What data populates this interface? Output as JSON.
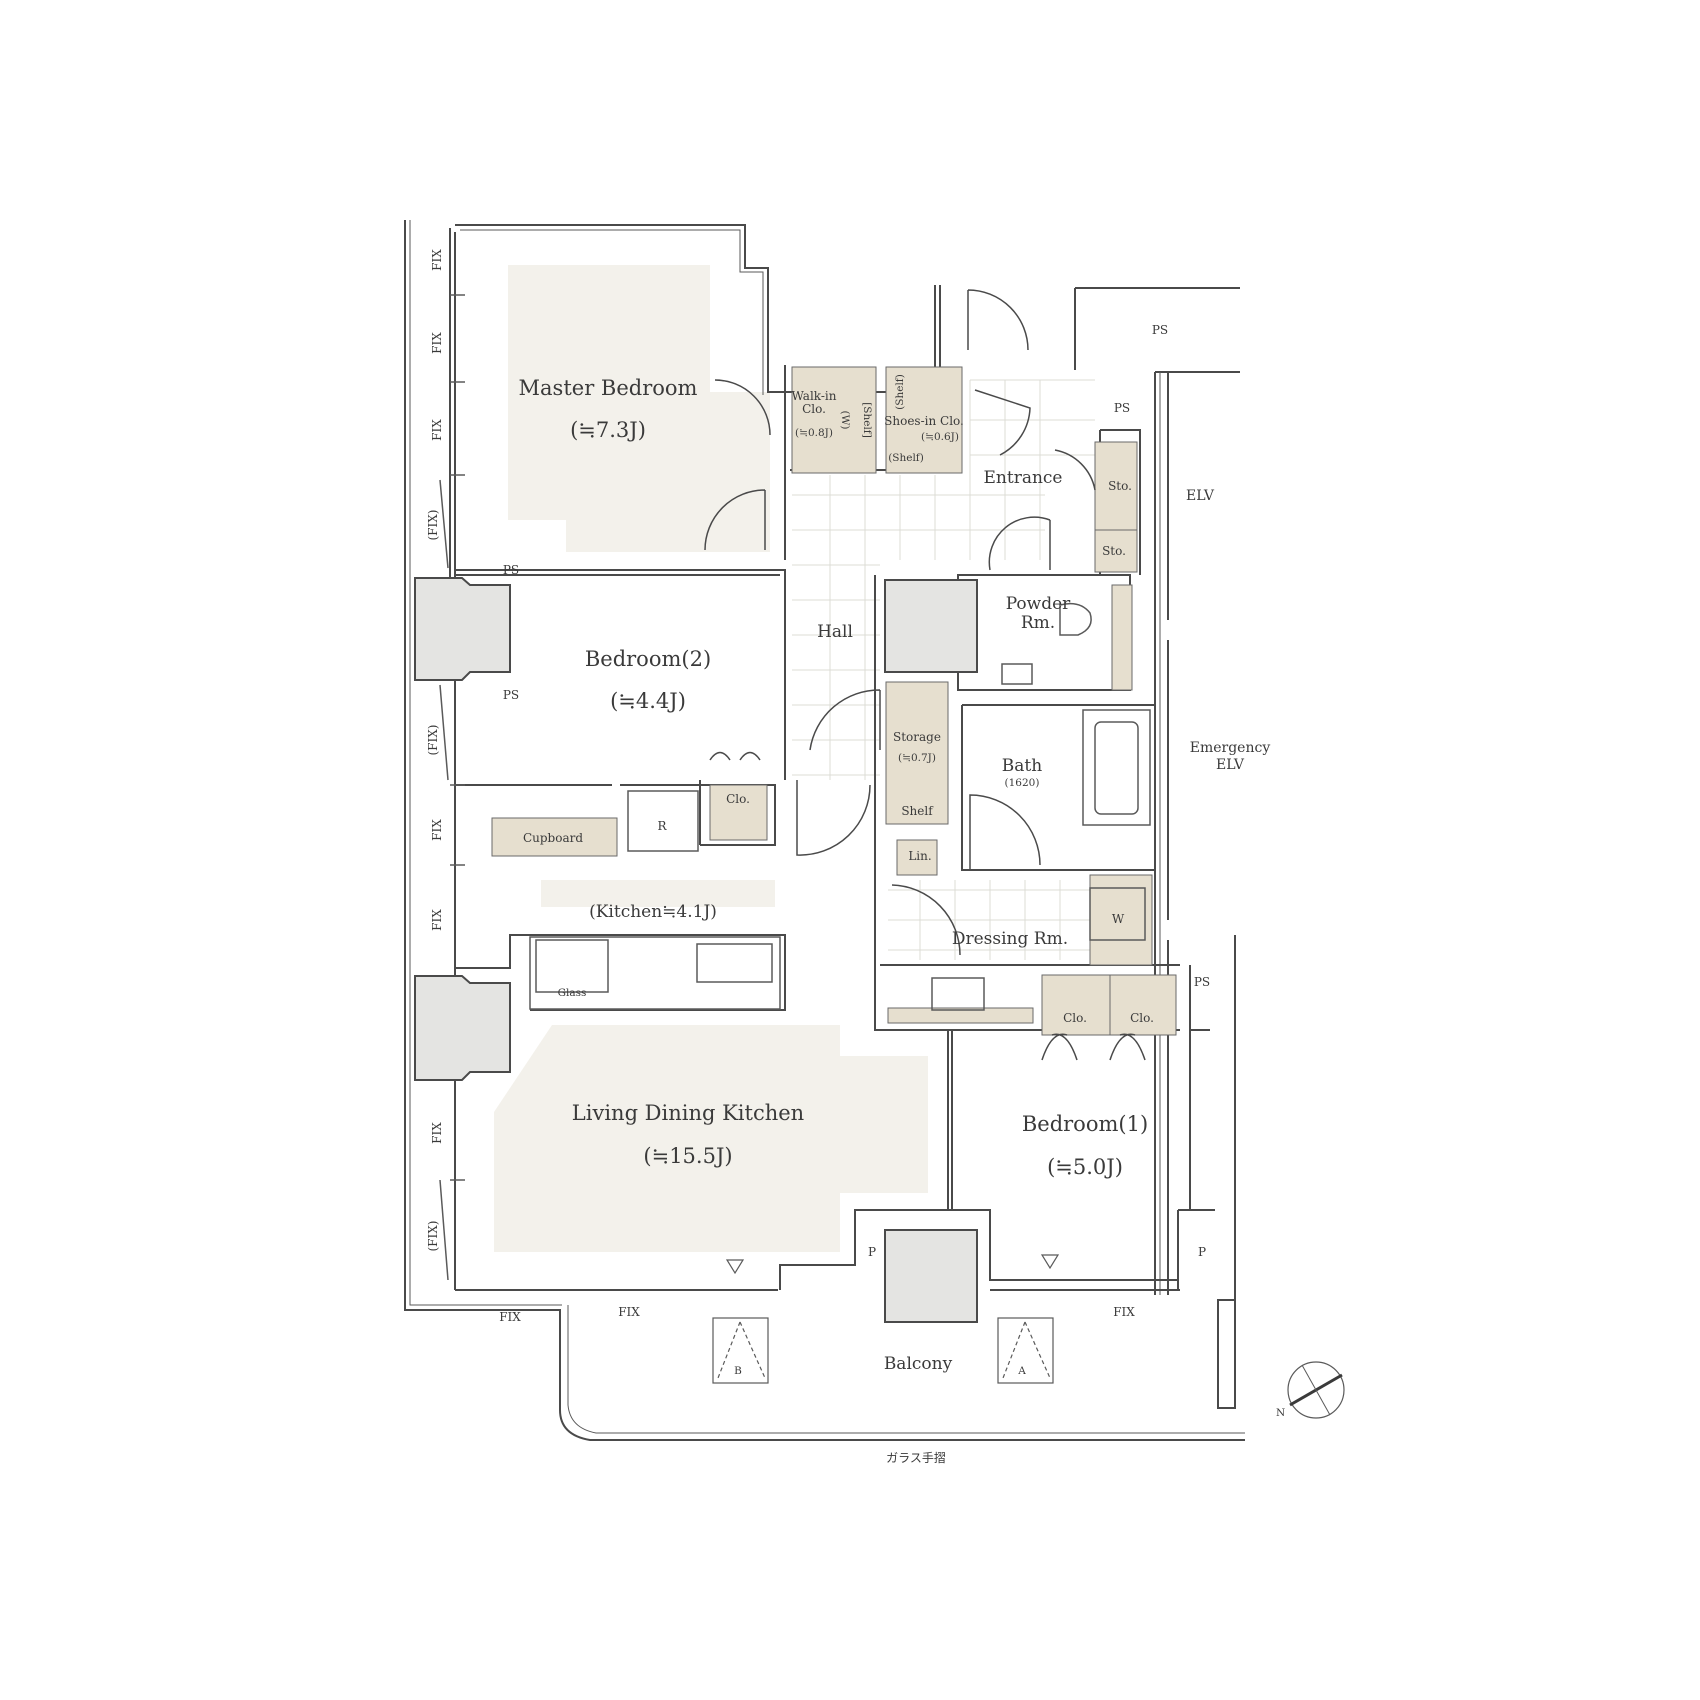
{
  "rooms": {
    "master_bedroom": {
      "name": "Master Bedroom",
      "size": "(≒7.3J)"
    },
    "bedroom2": {
      "name": "Bedroom(2)",
      "size": "(≒4.4J)"
    },
    "bedroom1": {
      "name": "Bedroom(1)",
      "size": "(≒5.0J)"
    },
    "ldk": {
      "name": "Living Dining Kitchen",
      "size": "(≒15.5J)"
    },
    "kitchen": {
      "label": "(Kitchen≒4.1J)"
    },
    "hall": "Hall",
    "entrance": "Entrance",
    "powder_room": {
      "line1": "Powder",
      "line2": "Rm."
    },
    "bath": {
      "name": "Bath",
      "size": "(1620)"
    },
    "dressing_room": "Dressing Rm.",
    "balcony": "Balcony"
  },
  "storage": {
    "walkin": {
      "line1": "Walk-in",
      "line2": "Clo.",
      "size": "(≒0.8J)",
      "w": "(W)",
      "shelf": "[Shelf]"
    },
    "shoes_in": {
      "shelf_top": "(Shelf)",
      "line1": "Shoes-in Clo.",
      "size": "(≒0.6J)",
      "shelf_bottom": "(Shelf)"
    },
    "storage_room": {
      "name": "Storage",
      "size": "(≒0.7J)",
      "shelf": "Shelf"
    },
    "sto": "Sto.",
    "clo": "Clo.",
    "cupboard": "Cupboard",
    "fridge": "R",
    "linen": "Lin.",
    "washer": "W",
    "glass": "Glass"
  },
  "shafts": {
    "ps": "PS",
    "elv": "ELV",
    "emergency_elv_1": "Emergency",
    "emergency_elv_2": "ELV",
    "p": "P"
  },
  "windows": {
    "fix": "FIX",
    "fix_paren": "(FIX)"
  },
  "acunits": {
    "a": "A",
    "b": "B"
  },
  "railing": "ガラス手摺",
  "north": "N",
  "colors": {
    "wall": "#4a4a4a",
    "room_fill": "#f3f1eb",
    "storage_fill": "#e6dfcf",
    "pillar": "#e4e4e2",
    "text": "#3a3a3a"
  }
}
